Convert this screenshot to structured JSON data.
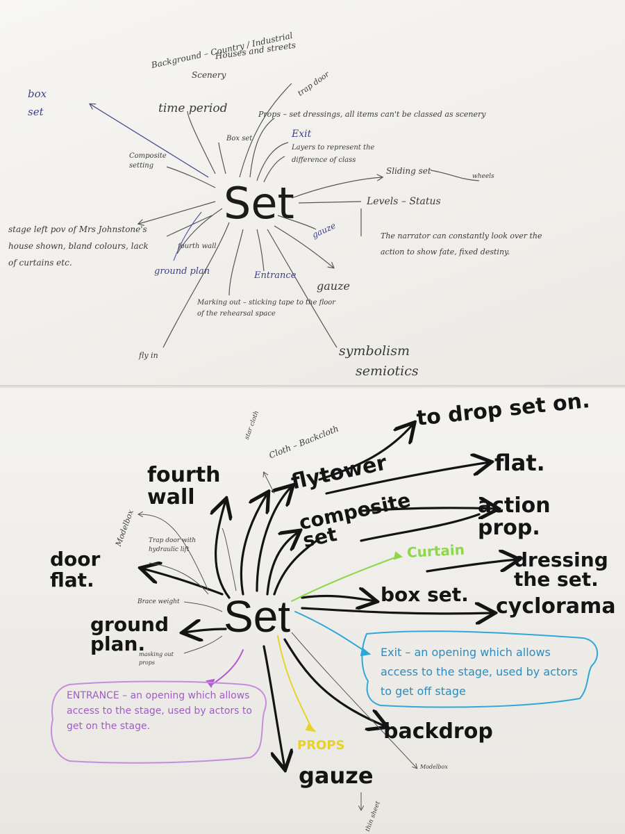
{
  "top_map": {
    "center": "Set",
    "background": "Background – Country / Industrial",
    "houses": "Houses and streets",
    "scenery": "Scenery",
    "time_period": "time period",
    "box_set_blue": "box set",
    "box_set": "Box set",
    "trap_door": "trap door",
    "props": "Props – set dressings, all items can't be classed as scenery",
    "exit": "Exit",
    "layers": "Layers to represent the difference of class",
    "composite": "Composite setting",
    "sliding": "Sliding set",
    "wheels": "wheels",
    "levels": "Levels – Status",
    "narrator": "The narrator can constantly look over the action to show fate, fixed destiny.",
    "stage_left": "stage left pov of Mrs Johnstone's house shown, bland colours, lack of curtains etc.",
    "gauze_blue": "gauze",
    "fourth_wall": "fourth wall",
    "ground_plan": "ground plan",
    "entrance": "Entrance",
    "gauze": "gauze",
    "marking": "Marking out – sticking tape to the floor of the rehearsal space",
    "fly_in": "fly in",
    "symbolism": "symbolism",
    "semiotics": "semiotics"
  },
  "bottom_map": {
    "center": "Set",
    "to_drop": "to drop set on.",
    "cloth": "Cloth – Backcloth",
    "star_cloth": "star cloth",
    "flytower": "flytower",
    "fourth_wall": "fourth wall",
    "flat": "flat.",
    "composite": "composite set",
    "modelbox": "Modelbox",
    "action_prop": "action prop.",
    "door_flat": "door flat.",
    "trap_door": "Trap door with hydraulic lift",
    "curtain": "Curtain",
    "dressing": "dressing the set.",
    "brace": "Brace weight",
    "box_set": "box set.",
    "cyclorama": "cyclorama",
    "ground_plan": "ground plan.",
    "masking": "masking out props",
    "exit_box": "Exit – an opening which allows access to the stage, used by actors to get off stage",
    "entrance_box": "ENTRANCE – an opening which allows access to the stage, used by actors to get on the stage.",
    "backdrop": "backdrop",
    "props": "PROPS",
    "gauze": "gauze",
    "modelbox2": "Modelbox",
    "thin_sheet": "thin sheet"
  },
  "colors": {
    "pencil": "#3a3a3a",
    "blue_pen": "#3b3f8a",
    "marker": "#141414",
    "green": "#8ed64a",
    "cyan": "#2fa8d8",
    "purple": "#b45ad2",
    "yellow": "#e8d22a"
  }
}
